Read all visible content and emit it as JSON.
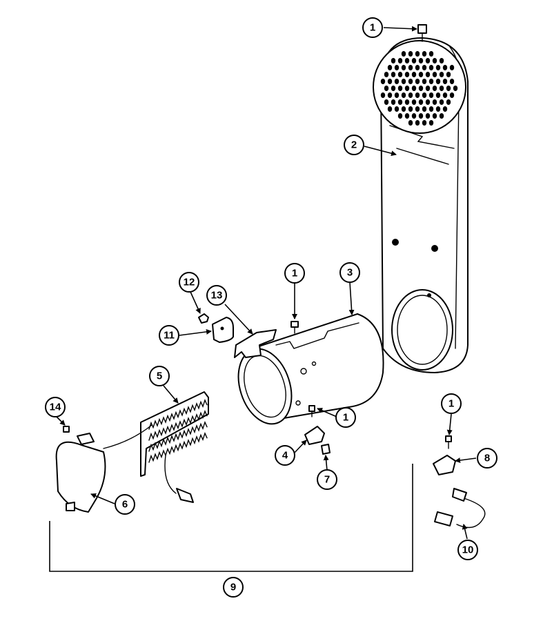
{
  "callouts": [
    "1",
    "1",
    "1",
    "1",
    "2",
    "3",
    "4",
    "5",
    "6",
    "7",
    "8",
    "9",
    "10",
    "11",
    "12",
    "13",
    "14"
  ],
  "colors": {
    "line": "#000000",
    "background": "#ffffff"
  }
}
